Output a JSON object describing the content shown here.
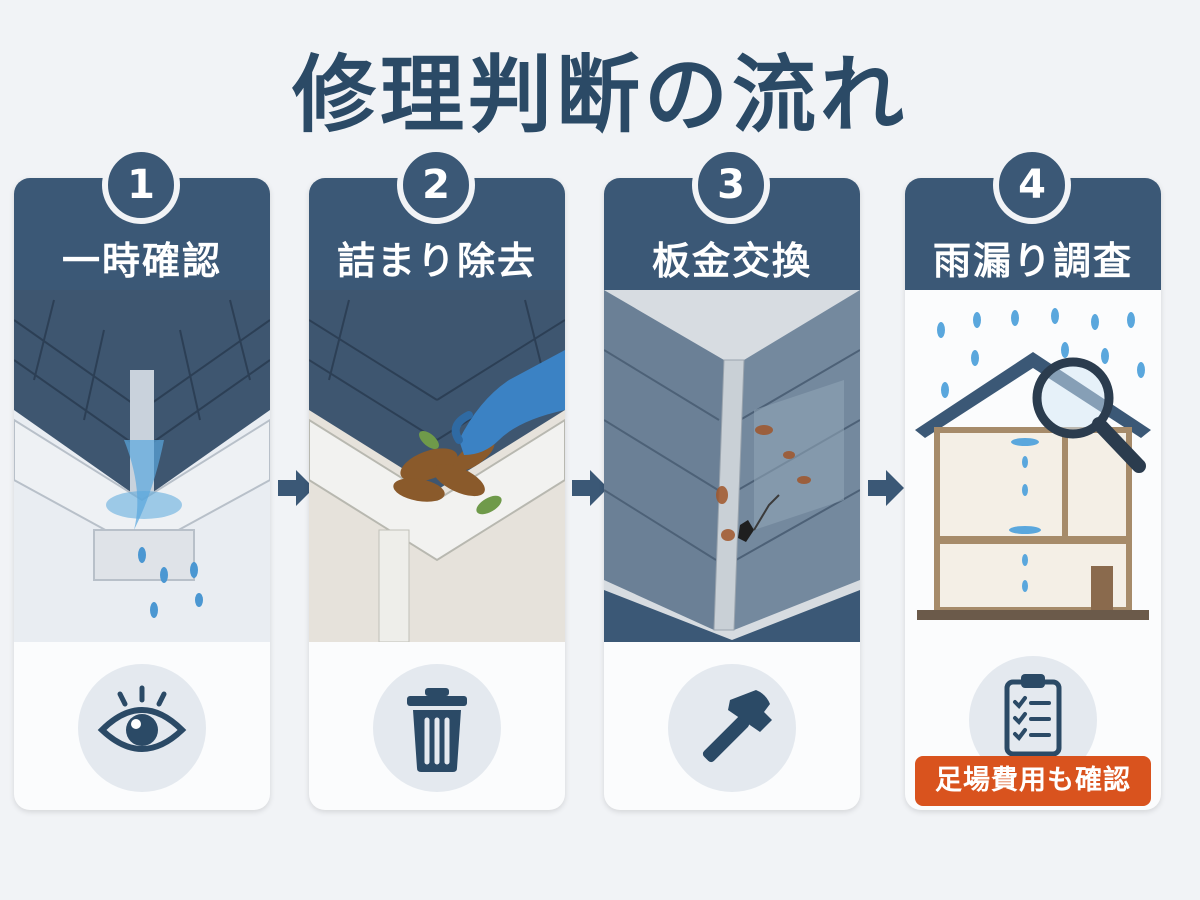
{
  "title": "修理判断の流れ",
  "steps": [
    {
      "number": "1",
      "label": "一時確認",
      "icon": "eye-icon"
    },
    {
      "number": "2",
      "label": "詰まり除去",
      "icon": "trash-icon"
    },
    {
      "number": "3",
      "label": "板金交換",
      "icon": "hammer-icon"
    },
    {
      "number": "4",
      "label": "雨漏り調査",
      "icon": "clipboard-checklist-icon",
      "note": "足場費用も確認"
    }
  ],
  "colors": {
    "title": "#2b4a66",
    "header": "#3b5876",
    "card": "#fbfcfd",
    "icon_bg": "#e4e9ef",
    "warning": "#d9531e",
    "water": "#5aa7dd"
  }
}
